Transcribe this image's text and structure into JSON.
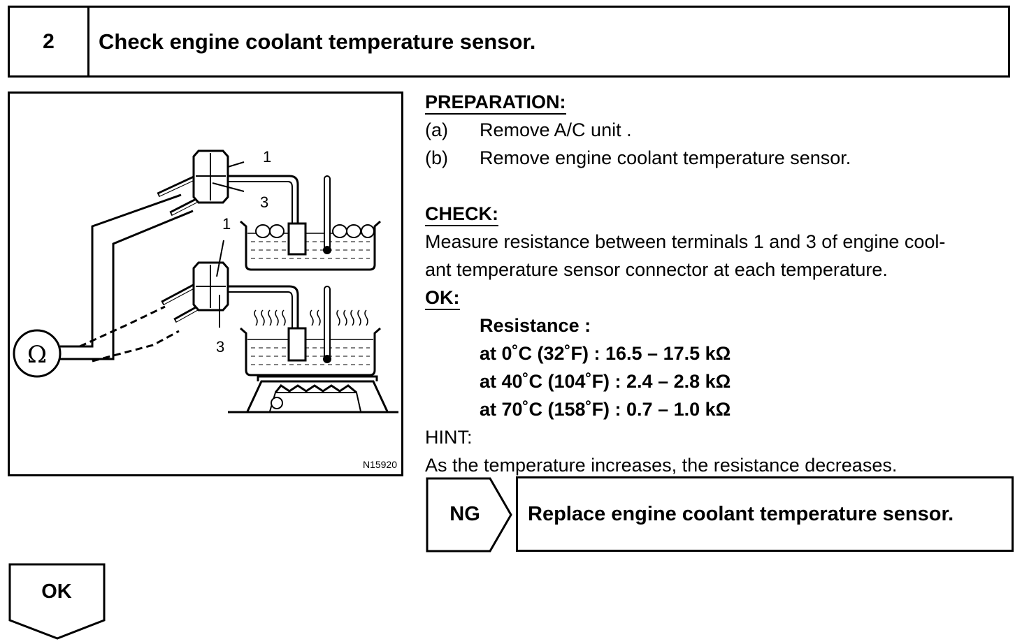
{
  "step": {
    "number": "2",
    "title": "Check engine coolant temperature sensor."
  },
  "figure": {
    "label_terminal_1_top": "1",
    "label_terminal_3_top": "3",
    "label_terminal_1_bottom": "1",
    "label_terminal_3_bottom": "3",
    "ohmmeter_symbol": "Ω",
    "code": "N15920"
  },
  "preparation": {
    "heading": "PREPARATION:",
    "items": [
      {
        "label": "(a)",
        "text": "Remove A/C unit ."
      },
      {
        "label": "(b)",
        "text": "Remove engine coolant temperature sensor."
      }
    ]
  },
  "check": {
    "heading": "CHECK:",
    "text_line1": "Measure resistance between terminals 1 and 3 of engine cool-",
    "text_line2": "ant temperature sensor connector at each temperature."
  },
  "ok_spec": {
    "heading": "OK:",
    "title": "Resistance :",
    "lines": [
      "at 0˚C (32˚F) : 16.5 – 17.5 kΩ",
      "at 40˚C (104˚F) : 2.4 – 2.8 kΩ",
      "at 70˚C (158˚F) : 0.7 – 1.0 kΩ"
    ]
  },
  "hint": {
    "heading": "HINT:",
    "text": "As the temperature increases, the resistance decreases."
  },
  "ng": {
    "label": "NG",
    "action": "Replace engine coolant temperature sensor."
  },
  "ok_flow": {
    "label": "OK"
  }
}
